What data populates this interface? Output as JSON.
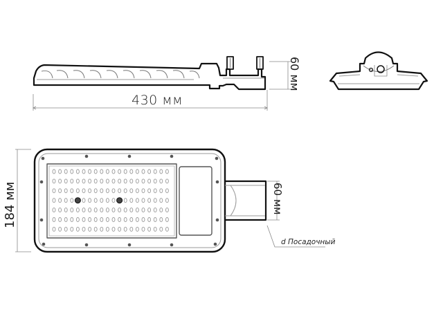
{
  "drawing": {
    "type": "technical-drawing",
    "subject": "LED street light fixture",
    "views": [
      "side-view",
      "end-view",
      "top-view"
    ],
    "dimensions": {
      "length": {
        "value": 430,
        "unit": "мм",
        "label": "430 мм"
      },
      "side_height": {
        "value": 60,
        "unit": "мм",
        "label": "60 мм"
      },
      "width": {
        "value": 184,
        "unit": "мм",
        "label": "184 мм"
      },
      "arm_width": {
        "value": 60,
        "unit": "мм",
        "label": "60 мм"
      }
    },
    "annotations": {
      "mount_diameter": "d Посадочный"
    },
    "led_grid": {
      "columns": 20,
      "rows": 7,
      "lenses_marked": [
        [
          3,
          4
        ],
        [
          3,
          11
        ]
      ]
    },
    "colors": {
      "stroke": "#111111",
      "inner_stroke": "#8a8a8a",
      "screw": "#555555",
      "led": "#9a9a9a",
      "dimension_line": "#888888"
    }
  }
}
